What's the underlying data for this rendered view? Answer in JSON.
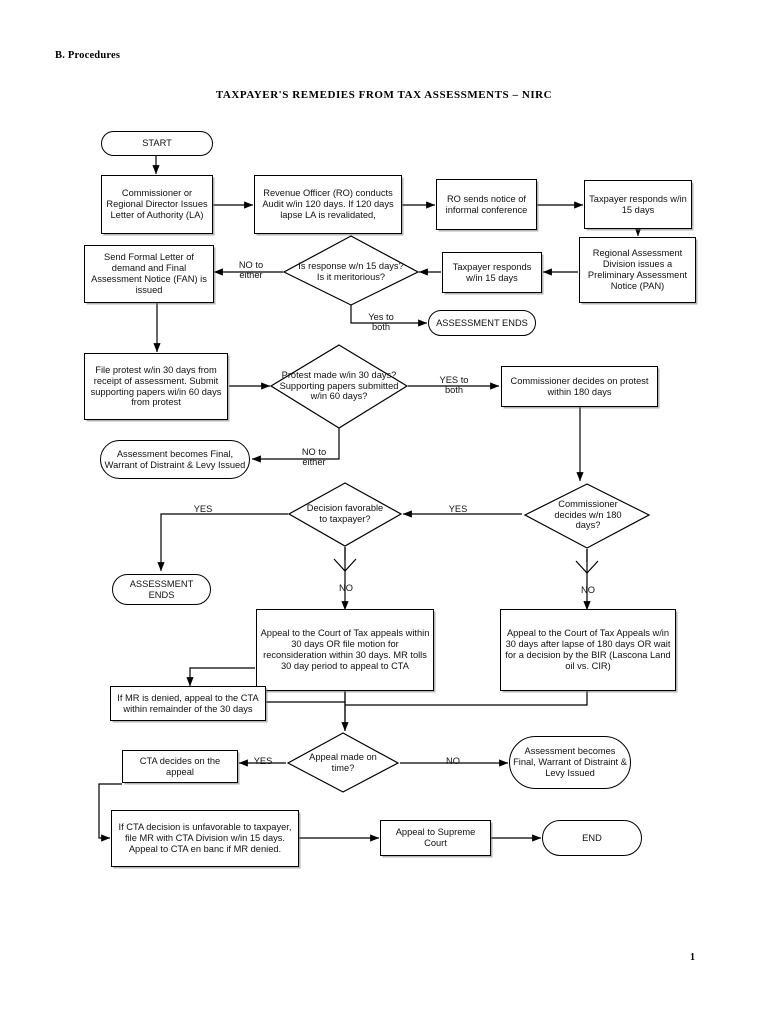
{
  "document": {
    "section_heading": "B. Procedures",
    "chart_title": "TAXPAYER'S REMEDIES FROM TAX ASSESSMENTS – NIRC",
    "page_number": "1"
  },
  "nodes": {
    "start": "START",
    "commissioner_la": "Commissioner or Regional Director Issues Letter of Authority (LA)",
    "ro_audit": "Revenue Officer (RO) conducts Audit w/in 120 days.  If 120 days lapse LA is revalidated,",
    "ro_notice": "RO sends notice of informal conference",
    "taxpayer_responds_15": "Taxpayer responds w/in 15 days",
    "regional_pan": "Regional Assessment Division issues a Preliminary Assessment Notice (PAN)",
    "taxpayer_responds_15_b": "Taxpayer responds w/in 15 days",
    "fan_issued": "Send Formal Letter of demand and Final Assessment Notice (FAN) is issued",
    "assessment_ends_1": "ASSESSMENT ENDS",
    "file_protest": "File protest w/in 30 days from receipt of assessment.  Submit supporting papers wi/in 60 days from protest",
    "commissioner_decides_180": "Commissioner decides on protest within 180 days",
    "assessment_final_1": "Assessment becomes Final, Warrant of Distraint & Levy Issued",
    "assessment_ends_2": "ASSESSMENT ENDS",
    "appeal_cta_30": "Appeal to the Court of Tax appeals within 30 days OR file motion for reconsideration within 30 days.  MR tolls 30 day period to appeal to CTA",
    "appeal_cta_180": "Appeal to the Court of Tax Appeals w/in 30 days after lapse of 180 days OR wait for a decision by the BIR (Lascona Land oil vs. CIR)",
    "mr_denied": "If MR is denied, appeal to the CTA within remainder of the 30 days",
    "cta_decides": "CTA decides on the appeal",
    "assessment_final_2": "Assessment becomes Final, Warrant of Distraint & Levy Issued",
    "cta_unfavorable": "If CTA decision is unfavorable to taxpayer, file MR with CTA Division w/in 15 days.  Appeal to CTA en banc if MR denied.",
    "appeal_supreme": "Appeal to Supreme Court",
    "end": "END"
  },
  "decisions": {
    "response_meritorious": "Is response w/n 15 days? Is it meritorious?",
    "protest_timely": "Protest made w/in 30 days? Supporting papers submitted w/in 60 days?",
    "decision_favorable": "Decision favorable to taxpayer?",
    "commissioner_180": "Commissioner decides w/n 180 days?",
    "appeal_on_time": "Appeal made on time?"
  },
  "edge_labels": {
    "no_to_either_1": "NO to\neither",
    "yes_to_both_1": "Yes to\nboth",
    "yes_to_both_2": "YES to\nboth",
    "no_to_either_2": "NO to\neither",
    "yes_favorable": "YES",
    "yes_commissioner": "YES",
    "no_favorable": "NO",
    "no_commissioner": "NO",
    "yes_on_time": "YES",
    "no_on_time": "NO"
  },
  "colors": {
    "line": "#000000",
    "node_fill": "#ffffff",
    "node_border": "#000000",
    "shadow": "#787878",
    "text": "#111111",
    "page_bg": "#ffffff"
  }
}
